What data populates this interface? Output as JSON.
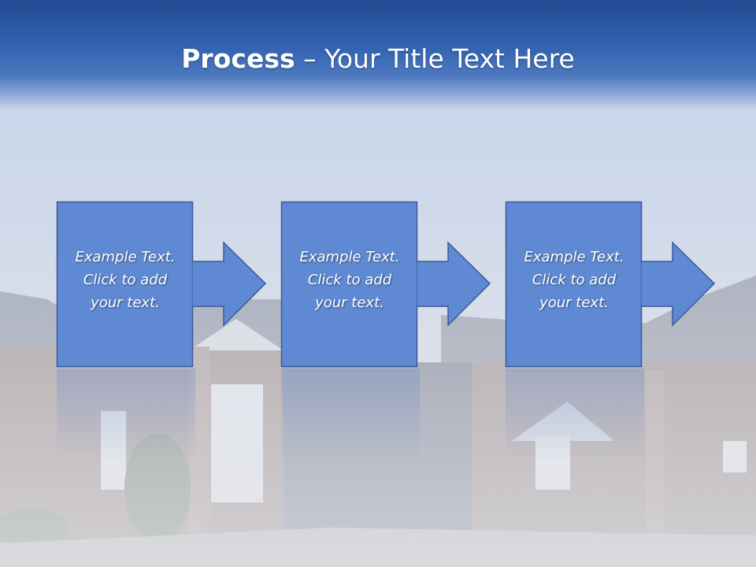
{
  "slide": {
    "title_bold": "Process",
    "title_rest": " – Your Title Text Here"
  },
  "steps": [
    {
      "text": "Example Text.\nClick  to add\nyour text."
    },
    {
      "text": "Example Text.\nClick  to add\nyour text."
    },
    {
      "text": "Example Text.\nClick  to add\nyour text."
    }
  ],
  "colors": {
    "title_band": "#2a55a0",
    "step_fill": "#5f89d2",
    "step_stroke": "#3a5a98",
    "text": "#ffffff"
  }
}
